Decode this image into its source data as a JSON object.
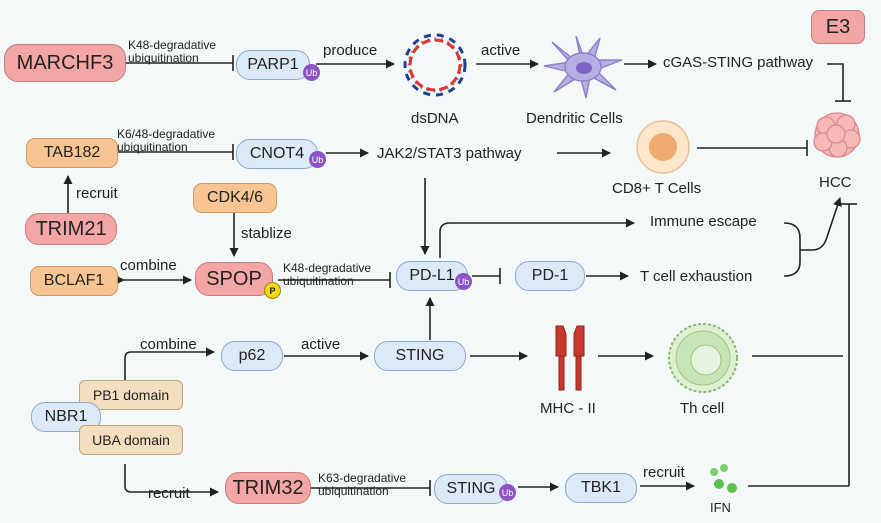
{
  "nodes": {
    "e3": "E3",
    "marchf3": "MARCHF3",
    "parp1": "PARP1",
    "tab182": "TAB182",
    "cnot4": "CNOT4",
    "trim21": "TRIM21",
    "cdk46": "CDK4/6",
    "bclaf1": "BCLAF1",
    "spop": "SPOP",
    "pdl1": "PD-L1",
    "pd1": "PD-1",
    "p62": "p62",
    "sting1": "STING",
    "nbr1": "NBR1",
    "pb1": "PB1 domain",
    "uba": "UBA domain",
    "trim32": "TRIM32",
    "sting2": "STING",
    "tbk1": "TBK1"
  },
  "badges": {
    "ub": "Ub",
    "p": "P"
  },
  "labels": {
    "dsdna": "dsDNA",
    "dendritic": "Dendritic Cells",
    "cgas": "cGAS-STING pathway",
    "hcc": "HCC",
    "jak": "JAK2/STAT3 pathway",
    "cd8": "CD8+ T Cells",
    "immune_escape": "Immune escape",
    "t_exhaustion": "T cell exhaustion",
    "mhc": "MHC - II",
    "th": "Th cell",
    "ifn": "IFN"
  },
  "edges": {
    "k48_line1": "K48-degradative",
    "k6_48_line1": "K6/48-degradative",
    "k63_line1": "K63-degradative",
    "ubiquitination": "ubiquitination",
    "produce": "produce",
    "active": "active",
    "recruit": "recruit",
    "stablize": "stablize",
    "combine": "combine"
  }
}
